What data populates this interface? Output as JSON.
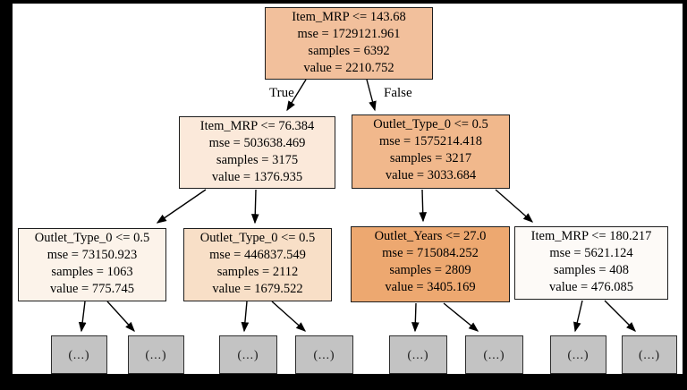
{
  "diagram": {
    "type": "decision-tree-regression",
    "edge_labels": {
      "left": "True",
      "right": "False"
    },
    "leaf_label": "(...)",
    "leaf_fill": "#c3c3c3",
    "background": "#ffffff",
    "frame_color": "#000000"
  },
  "nodes": {
    "root": {
      "condition": "Item_MRP <= 143.68",
      "mse": "mse = 1729121.961",
      "samples": "samples = 6392",
      "value": "value = 2210.752",
      "fill": "#f2c09c"
    },
    "l1_left": {
      "condition": "Item_MRP <= 76.384",
      "mse": "mse = 503638.469",
      "samples": "samples = 3175",
      "value": "value = 1376.935",
      "fill": "#fbe9da"
    },
    "l1_right": {
      "condition": "Outlet_Type_0 <= 0.5",
      "mse": "mse = 1575214.418",
      "samples": "samples = 3217",
      "value": "value = 3033.684",
      "fill": "#f1b88c"
    },
    "l2": [
      {
        "condition": "Outlet_Type_0 <= 0.5",
        "mse": "mse = 73150.923",
        "samples": "samples = 1063",
        "value": "value = 775.745",
        "fill": "#fcf3ea"
      },
      {
        "condition": "Outlet_Type_0 <= 0.5",
        "mse": "mse = 446837.549",
        "samples": "samples = 2112",
        "value": "value = 1679.522",
        "fill": "#f8dfc7"
      },
      {
        "condition": "Outlet_Years <= 27.0",
        "mse": "mse = 715084.252",
        "samples": "samples = 2809",
        "value": "value = 3405.169",
        "fill": "#eda870"
      },
      {
        "condition": "Item_MRP <= 180.217",
        "mse": "mse = 5621.124",
        "samples": "samples = 408",
        "value": "value = 476.085",
        "fill": "#fdfaf7"
      }
    ],
    "leaves": [
      {
        "label": "(...)"
      },
      {
        "label": "(...)"
      },
      {
        "label": "(...)"
      },
      {
        "label": "(...)"
      },
      {
        "label": "(...)"
      },
      {
        "label": "(...)"
      },
      {
        "label": "(...)"
      },
      {
        "label": "(...)"
      }
    ]
  }
}
